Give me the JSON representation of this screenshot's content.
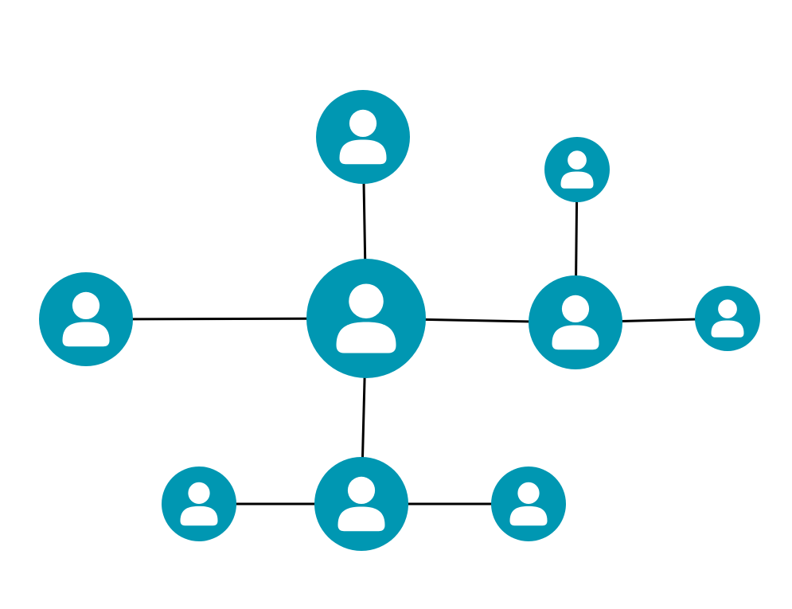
{
  "diagram": {
    "type": "network",
    "colors": {
      "node_fill": "#0097b2",
      "icon_fill": "#ffffff",
      "edge_stroke": "#000000",
      "background": "#ffffff"
    },
    "node_icon": "person-icon",
    "nodes": [
      {
        "id": "hub"
      },
      {
        "id": "top"
      },
      {
        "id": "left"
      },
      {
        "id": "right"
      },
      {
        "id": "right-top"
      },
      {
        "id": "right-far"
      },
      {
        "id": "bottom"
      },
      {
        "id": "bottom-left"
      },
      {
        "id": "bottom-right"
      }
    ],
    "edges": [
      [
        "hub",
        "top"
      ],
      [
        "hub",
        "left"
      ],
      [
        "hub",
        "right"
      ],
      [
        "hub",
        "bottom"
      ],
      [
        "right",
        "right-top"
      ],
      [
        "right",
        "right-far"
      ],
      [
        "bottom",
        "bottom-left"
      ],
      [
        "bottom",
        "bottom-right"
      ]
    ]
  }
}
